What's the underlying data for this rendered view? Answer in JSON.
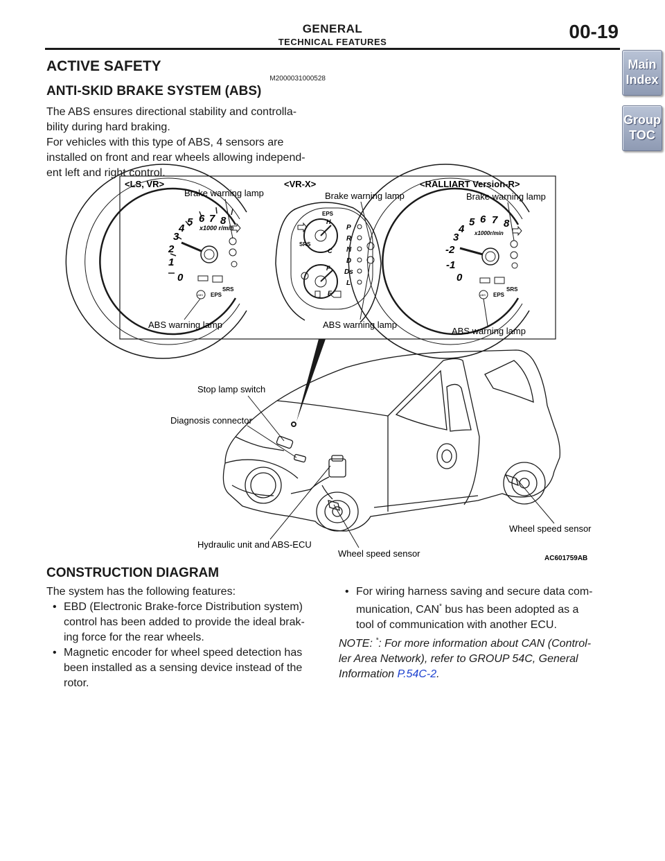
{
  "header": {
    "section": "GENERAL",
    "subsection": "TECHNICAL FEATURES",
    "page_number": "00-19"
  },
  "nav": {
    "main_index": [
      "Main",
      "Index"
    ],
    "group_toc": [
      "Group",
      "TOC"
    ]
  },
  "content": {
    "heading": "ACTIVE SAFETY",
    "doc_code": "M2000031000528",
    "subheading": "ANTI-SKID BRAKE SYSTEM (ABS)",
    "paragraph_1": "The ABS ensures directional stability and controlla-bility during hard braking.",
    "paragraph_1_lines": [
      "The ABS ensures directional stability and controlla-",
      "bility during hard braking."
    ],
    "paragraph_2_lines": [
      "For vehicles with this type of ABS, 4 sensors are",
      "installed on front and rear wheels allowing independ-",
      "ent left and right control."
    ]
  },
  "figure": {
    "variant_1": "<LS, VR>",
    "variant_2": "<VR-X>",
    "variant_3": "<RALLIART Version-R>",
    "brake_warning_lamp": "Brake warning lamp",
    "abs_warning_lamp": "ABS warning lamp",
    "stop_lamp_switch": "Stop lamp switch",
    "diagnosis_connector": "Diagnosis connector",
    "hydraulic_unit": "Hydraulic unit and ABS-ECU",
    "wheel_speed_sensor": "Wheel speed sensor",
    "figure_code": "AC601759AB",
    "gauge_1_ticks": [
      "0",
      "1",
      "2",
      "3",
      "4",
      "5",
      "6",
      "7",
      "8"
    ],
    "gauge_3_ticks": [
      "0",
      "-1",
      "-2",
      "3",
      "4",
      "5",
      "6",
      "7",
      "8"
    ],
    "gauge_unit": "x1000 r/min",
    "gauge_unit_2": "x1000r/min",
    "gear_positions": [
      "P",
      "R",
      "N",
      "D",
      "Ds",
      "L"
    ],
    "indicator_srs": "SRS",
    "indicator_eps": "EPS",
    "indicator_abs": "ABS",
    "temp_h": "H",
    "temp_c": "C",
    "fuel_f": "F",
    "fuel_e": "E"
  },
  "construction": {
    "heading": "CONSTRUCTION DIAGRAM",
    "intro": "The system has the following features:",
    "bullet_1_lines": [
      "EBD (Electronic Brake-force Distribution system)",
      "control has been added to provide the ideal brak-",
      "ing force for the rear wheels."
    ],
    "bullet_2_lines": [
      "Magnetic encoder for wheel speed detection has",
      "been installed as a sensing device instead of the",
      "rotor."
    ],
    "bullet_3_a": "For wiring harness saving and secure data com-",
    "bullet_3_b": "munication, CAN",
    "bullet_3_c": "bus has been adopted as a",
    "bullet_3_d": "tool of communication with another ECU.",
    "note_a": "NOTE: ",
    "note_star": "*",
    "note_b": ": For more information about CAN (Control-",
    "note_c": "ler Area Network), refer to GROUP 54C, General",
    "note_d": "Information ",
    "note_link": "P.54C-2",
    "note_end": "."
  },
  "colors": {
    "text": "#1a1a1a",
    "link": "#1a3fcf",
    "nav_button": "#9aa6bf"
  }
}
